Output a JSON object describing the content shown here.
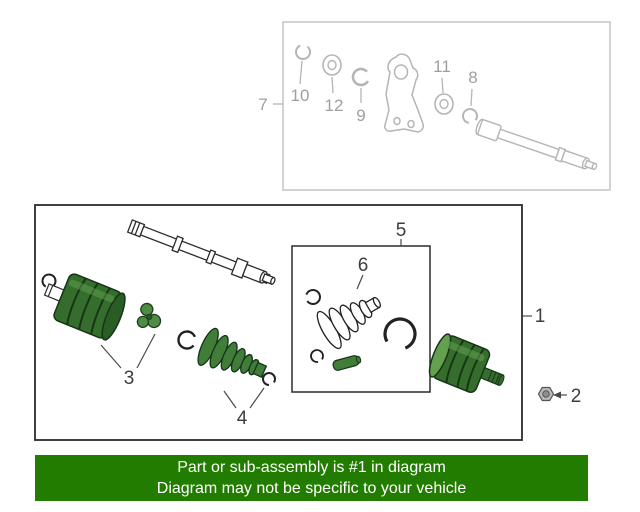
{
  "diagram": {
    "callouts": {
      "c1": "1",
      "c2": "2",
      "c3": "3",
      "c4": "4",
      "c5": "5",
      "c6": "6",
      "c7": "7",
      "c8": "8",
      "c9": "9",
      "c10": "10",
      "c11": "11",
      "c12": "12"
    },
    "colors": {
      "main_line": "#2b2b2b",
      "faded_line": "#b5b5b5",
      "faded_label": "#9f9f9f",
      "main_label": "#3e3e3e",
      "joint_green_body": "#356e2c",
      "joint_green_dark": "#173516",
      "joint_green_light": "#63a050",
      "nut_gray": "#b9b9b9"
    }
  },
  "banner": {
    "line1": "Part or sub-assembly is #1 in diagram",
    "line2": "Diagram may not be specific to your vehicle",
    "background": "#217c00",
    "text_color": "#ffffff"
  }
}
